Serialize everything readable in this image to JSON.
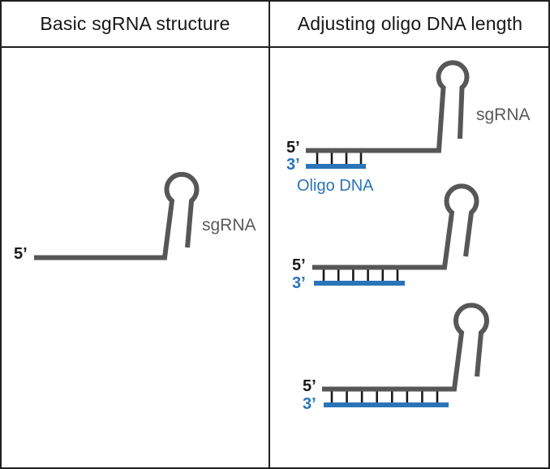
{
  "figure": {
    "type": "diagram",
    "description_visible_text_only": true
  },
  "colors": {
    "rna_gray": "#575757",
    "dna_blue": "#2a74b8",
    "base_pair_black": "#1a1a1a"
  },
  "panels": {
    "left": {
      "title": "Basic sgRNA structure",
      "structure": {
        "five_prime_label": "5’",
        "sgrna_label": "sgRNA"
      }
    },
    "right": {
      "title": "Adjusting oligo DNA length",
      "structures": [
        {
          "five_prime_label": "5’",
          "three_prime_label": "3’",
          "sgrna_label": "sgRNA",
          "oligo_label": "Oligo DNA",
          "base_pairs": 4
        },
        {
          "five_prime_label": "5’",
          "three_prime_label": "3’",
          "base_pairs": 6
        },
        {
          "five_prime_label": "5’",
          "three_prime_label": "3’",
          "base_pairs": 8
        }
      ]
    }
  }
}
